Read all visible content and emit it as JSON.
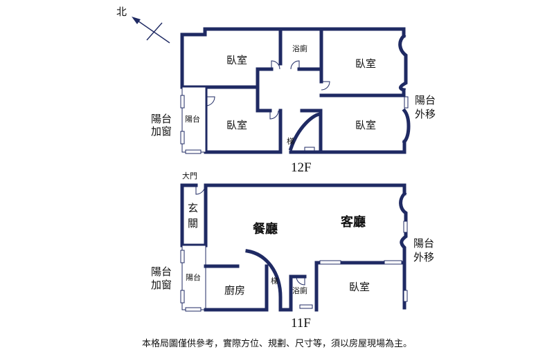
{
  "compass": {
    "label": "北"
  },
  "floor12": {
    "label": "12F",
    "rooms": {
      "bedroom_nw": "臥室",
      "bath": "浴廁",
      "bedroom_ne": "臥室",
      "balcony_inner": "陽台",
      "bedroom_sw": "臥室",
      "stairs": "梯",
      "bedroom_se": "臥室"
    },
    "balcony_window": [
      "陽台",
      "加窗"
    ],
    "balcony_moved": [
      "陽台",
      "外移"
    ]
  },
  "floor11": {
    "label": "11F",
    "rooms": {
      "main_door": "大門",
      "foyer": [
        "玄",
        "關"
      ],
      "dining": "餐廳",
      "living": "客廳",
      "balcony_inner": "陽台",
      "kitchen": "廚房",
      "stairs": "梯",
      "bath": "浴廁",
      "bedroom": "臥室"
    },
    "balcony_window": [
      "陽台",
      "加窗"
    ],
    "balcony_moved": [
      "陽台",
      "外移"
    ]
  },
  "disclaimer": "本格局圖僅供參考，實際方位、規劃、尺寸等，須以房屋現場為主。"
}
